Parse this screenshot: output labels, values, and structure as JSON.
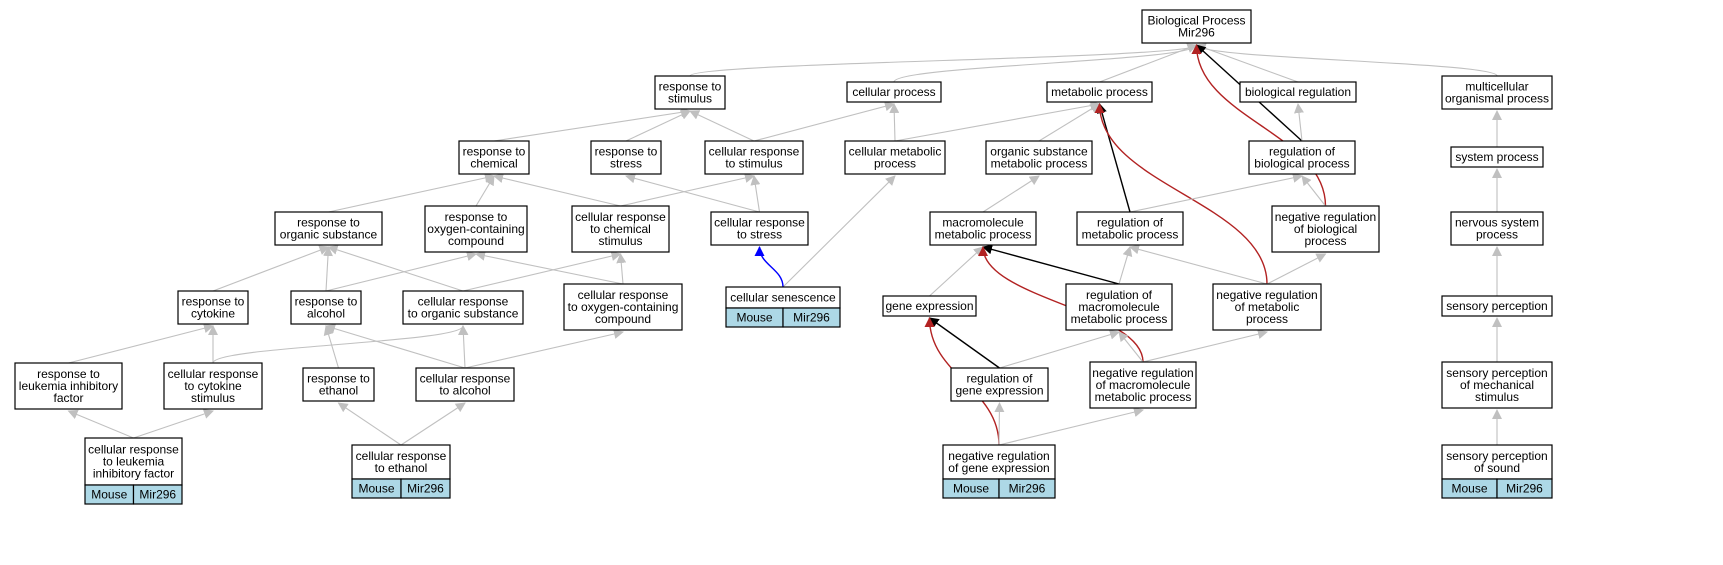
{
  "colors": {
    "grey_edge": "#c0c0c0",
    "black_edge": "#000000",
    "red_edge": "#b22222",
    "blue_edge": "#0000ff",
    "tag_fill": "#add8e6"
  },
  "nodes": [
    {
      "id": "bp",
      "lines": [
        "Biological Process",
        "Mir296"
      ]
    },
    {
      "id": "rts",
      "lines": [
        "response to",
        "stimulus"
      ]
    },
    {
      "id": "cp",
      "lines": [
        "cellular process"
      ]
    },
    {
      "id": "mp",
      "lines": [
        "metabolic process"
      ]
    },
    {
      "id": "br",
      "lines": [
        "biological regulation"
      ]
    },
    {
      "id": "mop",
      "lines": [
        "multicellular",
        "organismal process"
      ]
    },
    {
      "id": "rtc",
      "lines": [
        "response to",
        "chemical"
      ]
    },
    {
      "id": "rtst",
      "lines": [
        "response to",
        "stress"
      ]
    },
    {
      "id": "crts",
      "lines": [
        "cellular response",
        "to stimulus"
      ]
    },
    {
      "id": "cmp",
      "lines": [
        "cellular metabolic",
        "process"
      ]
    },
    {
      "id": "osmp",
      "lines": [
        "organic substance",
        "metabolic process"
      ]
    },
    {
      "id": "rbp",
      "lines": [
        "regulation of",
        "biological process"
      ]
    },
    {
      "id": "sp",
      "lines": [
        "system process"
      ]
    },
    {
      "id": "rtos",
      "lines": [
        "response to",
        "organic substance"
      ]
    },
    {
      "id": "rtocc",
      "lines": [
        "response to",
        "oxygen-containing",
        "compound"
      ]
    },
    {
      "id": "crcs",
      "lines": [
        "cellular response",
        "to chemical",
        "stimulus"
      ]
    },
    {
      "id": "crtst",
      "lines": [
        "cellular response",
        "to stress"
      ]
    },
    {
      "id": "mmp",
      "lines": [
        "macromolecule",
        "metabolic process"
      ]
    },
    {
      "id": "rmp",
      "lines": [
        "regulation of",
        "metabolic process"
      ]
    },
    {
      "id": "nrbp",
      "lines": [
        "negative regulation",
        "of biological",
        "process"
      ]
    },
    {
      "id": "nsp",
      "lines": [
        "nervous system",
        "process"
      ]
    },
    {
      "id": "rtcy",
      "lines": [
        "response to",
        "cytokine"
      ]
    },
    {
      "id": "rtal",
      "lines": [
        "response to",
        "alcohol"
      ]
    },
    {
      "id": "crtos",
      "lines": [
        "cellular response",
        "to organic substance"
      ]
    },
    {
      "id": "crtocc",
      "lines": [
        "cellular response",
        "to oxygen-containing",
        "compound"
      ]
    },
    {
      "id": "cs",
      "lines": [
        "cellular senescence"
      ],
      "tag": [
        "Mouse",
        "Mir296"
      ]
    },
    {
      "id": "ge",
      "lines": [
        "gene expression"
      ]
    },
    {
      "id": "rmmp",
      "lines": [
        "regulation of",
        "macromolecule",
        "metabolic process"
      ]
    },
    {
      "id": "nrmp",
      "lines": [
        "negative regulation",
        "of metabolic",
        "process"
      ]
    },
    {
      "id": "sper",
      "lines": [
        "sensory perception"
      ]
    },
    {
      "id": "rtlif",
      "lines": [
        "response to",
        "leukemia inhibitory",
        "factor"
      ]
    },
    {
      "id": "crtcs",
      "lines": [
        "cellular response",
        "to cytokine",
        "stimulus"
      ]
    },
    {
      "id": "rtet",
      "lines": [
        "response to",
        "ethanol"
      ]
    },
    {
      "id": "crtal",
      "lines": [
        "cellular response",
        "to alcohol"
      ]
    },
    {
      "id": "rge",
      "lines": [
        "regulation of",
        "gene expression"
      ]
    },
    {
      "id": "nrmmp",
      "lines": [
        "negative regulation",
        "of macromolecule",
        "metabolic process"
      ]
    },
    {
      "id": "spms",
      "lines": [
        "sensory perception",
        "of mechanical",
        "stimulus"
      ]
    },
    {
      "id": "crlif",
      "lines": [
        "cellular response",
        "to leukemia",
        "inhibitory factor"
      ],
      "tag": [
        "Mouse",
        "Mir296"
      ]
    },
    {
      "id": "crtet",
      "lines": [
        "cellular response",
        "to ethanol"
      ],
      "tag": [
        "Mouse",
        "Mir296"
      ]
    },
    {
      "id": "nrge",
      "lines": [
        "negative regulation",
        "of gene expression"
      ],
      "tag": [
        "Mouse",
        "Mir296"
      ]
    },
    {
      "id": "spsnd",
      "lines": [
        "sensory perception",
        "of sound"
      ],
      "tag": [
        "Mouse",
        "Mir296"
      ]
    }
  ],
  "edges": [
    {
      "from": "rts",
      "to": "bp",
      "type": "grey"
    },
    {
      "from": "cp",
      "to": "bp",
      "type": "grey"
    },
    {
      "from": "mp",
      "to": "bp",
      "type": "grey"
    },
    {
      "from": "br",
      "to": "bp",
      "type": "grey"
    },
    {
      "from": "mop",
      "to": "bp",
      "type": "grey"
    },
    {
      "from": "rbp",
      "to": "bp",
      "type": "black"
    },
    {
      "from": "nrbp",
      "to": "bp",
      "type": "red"
    },
    {
      "from": "rtc",
      "to": "rts",
      "type": "grey"
    },
    {
      "from": "rtst",
      "to": "rts",
      "type": "grey"
    },
    {
      "from": "crts",
      "to": "rts",
      "type": "grey"
    },
    {
      "from": "crts",
      "to": "cp",
      "type": "grey"
    },
    {
      "from": "cmp",
      "to": "cp",
      "type": "grey"
    },
    {
      "from": "cmp",
      "to": "mp",
      "type": "grey"
    },
    {
      "from": "osmp",
      "to": "mp",
      "type": "grey"
    },
    {
      "from": "rmp",
      "to": "mp",
      "type": "black"
    },
    {
      "from": "nrmp",
      "to": "mp",
      "type": "red"
    },
    {
      "from": "rbp",
      "to": "br",
      "type": "grey"
    },
    {
      "from": "sp",
      "to": "mop",
      "type": "grey"
    },
    {
      "from": "rtos",
      "to": "rtc",
      "type": "grey"
    },
    {
      "from": "rtocc",
      "to": "rtc",
      "type": "grey"
    },
    {
      "from": "crcs",
      "to": "rtc",
      "type": "grey"
    },
    {
      "from": "crtst",
      "to": "rtst",
      "type": "grey"
    },
    {
      "from": "crcs",
      "to": "crts",
      "type": "grey"
    },
    {
      "from": "crtst",
      "to": "crts",
      "type": "grey"
    },
    {
      "from": "cs",
      "to": "cmp",
      "type": "grey"
    },
    {
      "from": "mmp",
      "to": "osmp",
      "type": "grey"
    },
    {
      "from": "rmp",
      "to": "rbp",
      "type": "grey"
    },
    {
      "from": "nrbp",
      "to": "rbp",
      "type": "grey"
    },
    {
      "from": "nsp",
      "to": "sp",
      "type": "grey"
    },
    {
      "from": "rtcy",
      "to": "rtos",
      "type": "grey"
    },
    {
      "from": "rtal",
      "to": "rtos",
      "type": "grey"
    },
    {
      "from": "crtos",
      "to": "rtos",
      "type": "grey"
    },
    {
      "from": "rtal",
      "to": "rtocc",
      "type": "grey"
    },
    {
      "from": "crtocc",
      "to": "rtocc",
      "type": "grey"
    },
    {
      "from": "crtos",
      "to": "crcs",
      "type": "grey"
    },
    {
      "from": "crtocc",
      "to": "crcs",
      "type": "grey"
    },
    {
      "from": "cs",
      "to": "crtst",
      "type": "blue"
    },
    {
      "from": "ge",
      "to": "mmp",
      "type": "grey"
    },
    {
      "from": "rmmp",
      "to": "mmp",
      "type": "black"
    },
    {
      "from": "nrmmp",
      "to": "mmp",
      "type": "red"
    },
    {
      "from": "rmmp",
      "to": "rmp",
      "type": "grey"
    },
    {
      "from": "nrmp",
      "to": "rmp",
      "type": "grey"
    },
    {
      "from": "nrmp",
      "to": "nrbp",
      "type": "grey"
    },
    {
      "from": "sper",
      "to": "nsp",
      "type": "grey"
    },
    {
      "from": "rtlif",
      "to": "rtcy",
      "type": "grey"
    },
    {
      "from": "crtcs",
      "to": "rtcy",
      "type": "grey"
    },
    {
      "from": "rtet",
      "to": "rtal",
      "type": "grey"
    },
    {
      "from": "crtal",
      "to": "rtal",
      "type": "grey"
    },
    {
      "from": "crtcs",
      "to": "crtos",
      "type": "grey"
    },
    {
      "from": "crtal",
      "to": "crtos",
      "type": "grey"
    },
    {
      "from": "crtal",
      "to": "crtocc",
      "type": "grey"
    },
    {
      "from": "rge",
      "to": "ge",
      "type": "black"
    },
    {
      "from": "nrge",
      "to": "ge",
      "type": "red"
    },
    {
      "from": "rge",
      "to": "rmmp",
      "type": "grey"
    },
    {
      "from": "nrmmp",
      "to": "rmmp",
      "type": "grey"
    },
    {
      "from": "nrmmp",
      "to": "nrmp",
      "type": "grey"
    },
    {
      "from": "spms",
      "to": "sper",
      "type": "grey"
    },
    {
      "from": "crlif",
      "to": "rtlif",
      "type": "grey"
    },
    {
      "from": "crlif",
      "to": "crtcs",
      "type": "grey"
    },
    {
      "from": "crtet",
      "to": "rtet",
      "type": "grey"
    },
    {
      "from": "crtet",
      "to": "crtal",
      "type": "grey"
    },
    {
      "from": "nrge",
      "to": "rge",
      "type": "grey"
    },
    {
      "from": "nrge",
      "to": "nrmmp",
      "type": "grey"
    },
    {
      "from": "spsnd",
      "to": "spms",
      "type": "grey"
    }
  ]
}
